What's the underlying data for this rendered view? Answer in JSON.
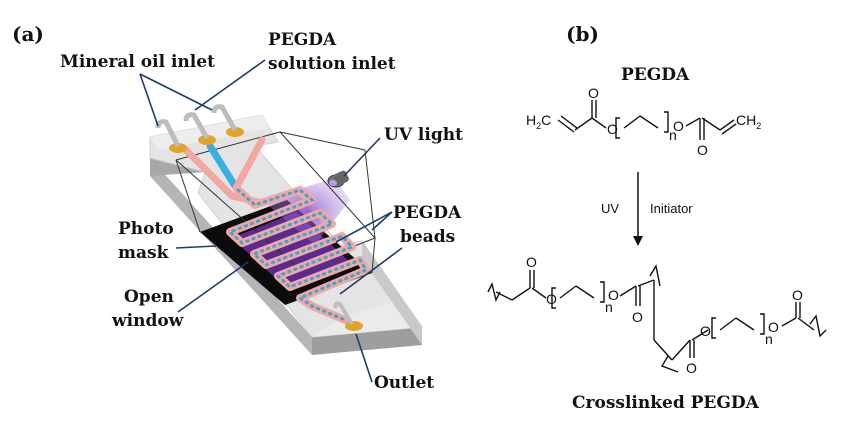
{
  "panel_a": {
    "tag": "(a)",
    "labels": {
      "mineral_oil_inlet": "Mineral oil inlet",
      "pegda_solution_line1": "PEGDA",
      "pegda_solution_line2": "solution inlet",
      "uv_light": "UV light",
      "pegda_beads_line1": "PEGDA",
      "pegda_beads_line2": "beads",
      "photo_mask_line1": "Photo",
      "photo_mask_line2": "mask",
      "open_window_line1": "Open",
      "open_window_line2": "window",
      "outlet": "Outlet"
    },
    "colors": {
      "chip_top": "#e9e9e9",
      "chip_side": "#bdbdbd",
      "channel": "#f2a7a2",
      "channel_blue": "#39aee0",
      "mask": "#0b0b0b",
      "uv": "#8a4fc4",
      "port": "#e0a528"
    }
  },
  "panel_b": {
    "tag": "(b)",
    "pegda_title": "PEGDA",
    "uv_label": "UV",
    "initiator_label": "Initiator",
    "crosslinked_title": "Crosslinked PEGDA",
    "chem": {
      "h2c": "H",
      "h2c_sub": "2",
      "h2c_c": "C",
      "ch2_c": "CH",
      "ch2_sub": "2",
      "o": "O",
      "n": "n"
    }
  }
}
